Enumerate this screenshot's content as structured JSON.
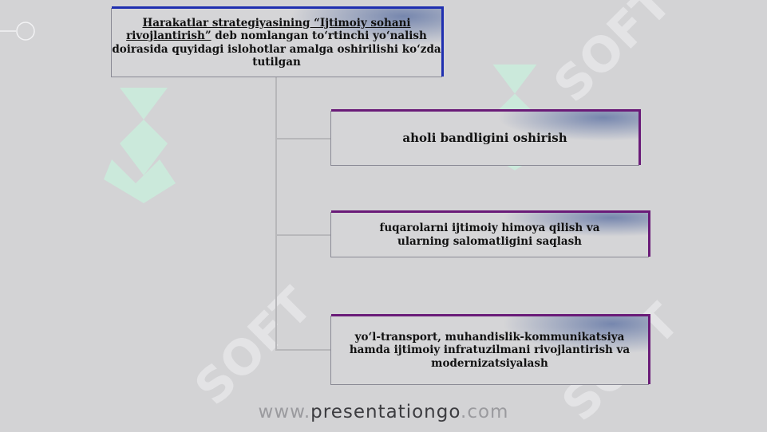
{
  "header": {
    "title_underlined": "Harakatlar strategiyasining “Ijtimoiy sohani rivojlantirish”",
    "title_rest": " deb nomlangan to‘rtinchi yo‘nalish doirasida quyidagi islohotlar amalga oshirilishi ko‘zda tutilgan"
  },
  "items": [
    {
      "text": "aholi bandligini oshirish"
    },
    {
      "text": "fuqarolarni ijtimoiy himoya qilish va ularning salomatligini saqlash"
    },
    {
      "text": "yo‘l-transport, muhandislik-kommunikatsiya hamda ijtimoiy infratuzilmani rivojlantirish va modernizatsiyalash"
    }
  ],
  "watermark": {
    "site_prefix": "www.",
    "site_name": "presentationgo",
    "site_suffix": ".com",
    "logo_text": "SOFT"
  },
  "colors": {
    "header_accent": "#1f2fb0",
    "box_accent": "#6a1b78",
    "connector": "#b7b7ba",
    "background": "#d3d3d5"
  }
}
